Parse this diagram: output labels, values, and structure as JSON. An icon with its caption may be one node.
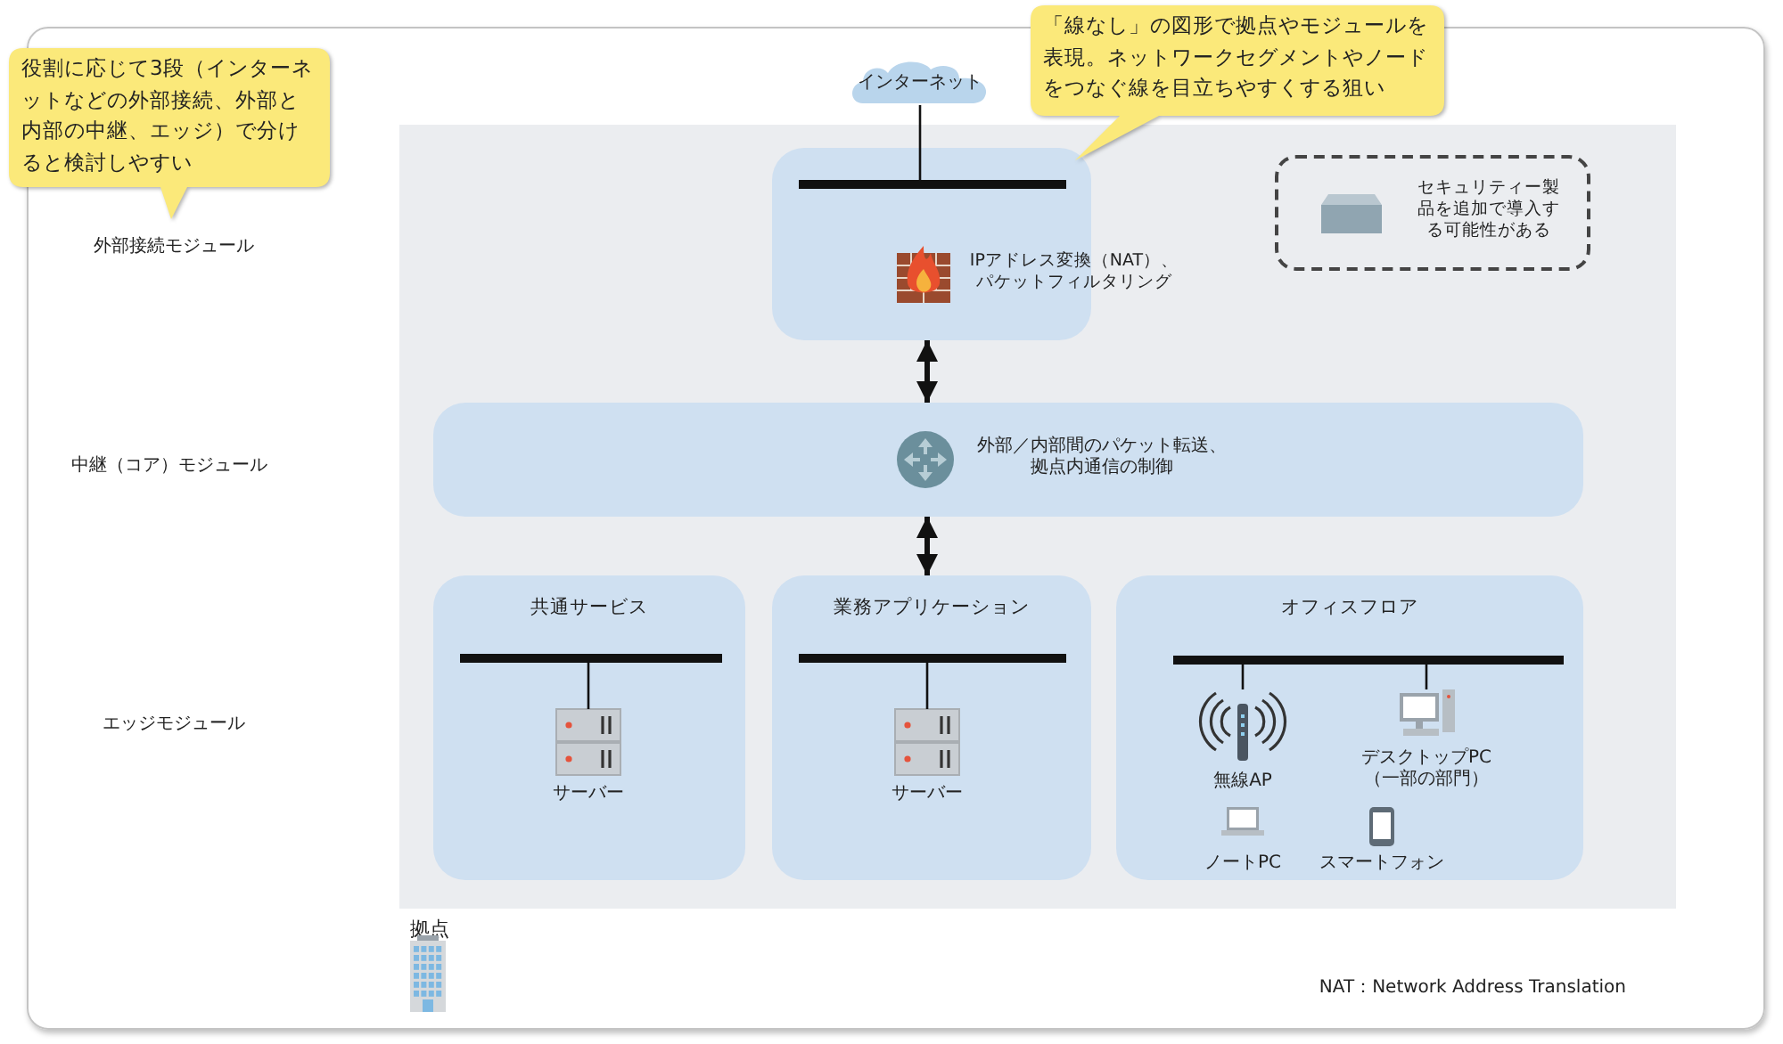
{
  "diagram": {
    "nodes": [
      {
        "text": [
          "拠点"
        ]
      },
      {
        "text": [
          "インターネット"
        ]
      },
      {
        "text": [
          "IPアドレス変換（NAT）、パケットフィルタリング"
        ],
        "in": 0
      },
      {
        "text": [],
        "shape": "bar",
        "in": 2
      },
      {
        "text": [
          "セキュリティー製品を追加で導入する可能性がある"
        ],
        "in": 0
      },
      {
        "text": [
          "外部／内部間のパケット転送、拠点内通信の制御"
        ],
        "in": 0
      },
      {
        "text": [
          "共通サービス"
        ],
        "in": 0
      },
      {
        "text": [],
        "shape": "bar",
        "in": 6
      },
      {
        "text": [
          "サーバー"
        ],
        "in": 6
      },
      {
        "text": [
          "業務アプリケーション"
        ],
        "in": 0
      },
      {
        "text": [],
        "shape": "bar",
        "in": 9
      },
      {
        "text": [
          "サーバー"
        ],
        "in": 9
      },
      {
        "text": [
          "オフィスフロア"
        ],
        "in": 0
      },
      {
        "text": [],
        "shape": "bar",
        "in": 12
      },
      {
        "text": [
          "無線AP"
        ],
        "in": 12
      },
      {
        "text": [
          "デスクトップPC（一部の部門）"
        ],
        "in": 12
      },
      {
        "text": [
          "ノートPC"
        ],
        "in": 12
      },
      {
        "text": [
          "スマートフォン"
        ],
        "in": 12
      },
      {
        "text": [
          "役割に応じて3段（インターネットなどの外部接続、外部と内部の中継、エッジ）で分けると検討しやすい"
        ]
      },
      {
        "text": [
          "「線なし」の図形で拠点やモジュールを表現。ネットワークセグメントやノードをつなぐ線を目立ちやすくする狙い"
        ]
      }
    ],
    "edges": [
      {
        "from": 1,
        "to": 3,
        "arrow": "none"
      },
      {
        "from": 2,
        "to": 5,
        "arrow": "both",
        "style": "thick"
      },
      {
        "from": 5,
        "to": 9,
        "arrow": "both",
        "style": "thick"
      },
      {
        "from": 7,
        "to": 8,
        "arrow": "none"
      },
      {
        "from": 10,
        "to": 11,
        "arrow": "none"
      },
      {
        "from": 13,
        "to": 14,
        "arrow": "none"
      },
      {
        "from": 13,
        "to": 15,
        "arrow": "none"
      }
    ],
    "labels": [
      "外部接続モジュール",
      "中継（コア）モジュール",
      "エッジモジュール",
      "NAT：Network Address Translation"
    ]
  }
}
